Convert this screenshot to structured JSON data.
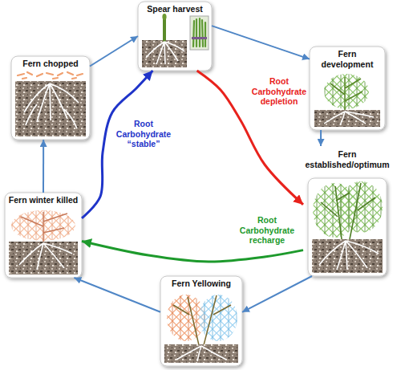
{
  "diagram": {
    "nodes": [
      {
        "text": [
          "Spear harvest"
        ]
      },
      {
        "text": [
          "Fern development"
        ]
      },
      {
        "text": [
          "Fern established/optimum"
        ]
      },
      {
        "text": [
          "Fern Yellowing"
        ]
      },
      {
        "text": [
          "Fern winter killed"
        ]
      },
      {
        "text": [
          "Fern chopped"
        ]
      }
    ],
    "edges": [
      {
        "from": 0,
        "to": 1,
        "arrow": "to"
      },
      {
        "from": 1,
        "to": 2,
        "arrow": "to"
      },
      {
        "from": 2,
        "to": 3,
        "arrow": "to"
      },
      {
        "from": 3,
        "to": 4,
        "arrow": "to"
      },
      {
        "from": 4,
        "to": 5,
        "arrow": "to"
      },
      {
        "from": 5,
        "to": 0,
        "arrow": "to"
      },
      {
        "from": 0,
        "to": 2,
        "label": "Root Carbohydrate depletion",
        "arrow": "to"
      },
      {
        "from": 2,
        "to": 4,
        "label": "Root Carbohydrate recharge",
        "arrow": "to"
      },
      {
        "from": 4,
        "to": 0,
        "label": "Root Carbohydrate “stable”",
        "arrow": "to"
      }
    ]
  }
}
